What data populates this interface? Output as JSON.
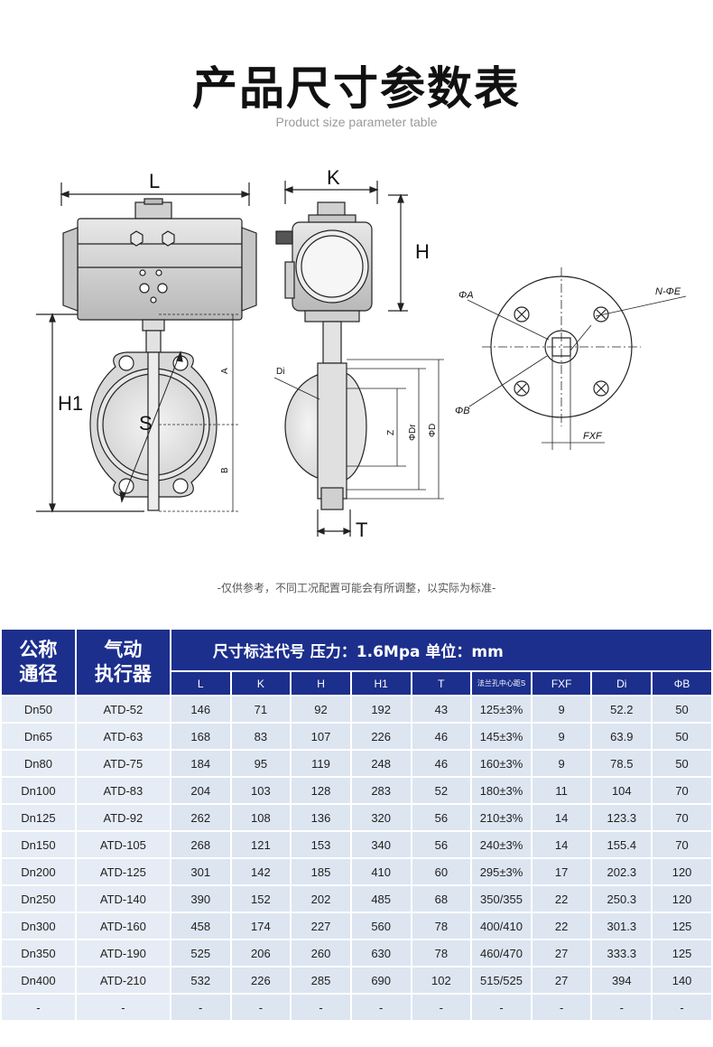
{
  "page": {
    "title": "产品尺寸参数表",
    "subtitle": "Product size parameter table",
    "note": "-仅供参考，不同工况配置可能会有所调整，以实际为标准-"
  },
  "drawing_labels": {
    "L": "L",
    "K": "K",
    "H": "H",
    "H1": "H1",
    "S": "S",
    "A": "A",
    "B": "B",
    "Di": "Di",
    "Z": "Z",
    "Dr": "ΦDr",
    "D": "ΦD",
    "T": "T",
    "phiA": "ΦA",
    "phiB": "ΦB",
    "NphiE": "N-ΦE",
    "FXF": "FXF"
  },
  "table": {
    "col1_header": [
      "公称",
      "通径"
    ],
    "col2_header": [
      "气动",
      "执行器"
    ],
    "span_header": "尺寸标注代号 压力：1.6Mpa 单位：mm",
    "sub_headers": [
      "L",
      "K",
      "H",
      "H1",
      "T",
      "法兰孔中心距S",
      "FXF",
      "Di",
      "ΦB"
    ],
    "rows": [
      [
        "Dn50",
        "ATD-52",
        "146",
        "71",
        "92",
        "192",
        "43",
        "125±3%",
        "9",
        "52.2",
        "50"
      ],
      [
        "Dn65",
        "ATD-63",
        "168",
        "83",
        "107",
        "226",
        "46",
        "145±3%",
        "9",
        "63.9",
        "50"
      ],
      [
        "Dn80",
        "ATD-75",
        "184",
        "95",
        "119",
        "248",
        "46",
        "160±3%",
        "9",
        "78.5",
        "50"
      ],
      [
        "Dn100",
        "ATD-83",
        "204",
        "103",
        "128",
        "283",
        "52",
        "180±3%",
        "11",
        "104",
        "70"
      ],
      [
        "Dn125",
        "ATD-92",
        "262",
        "108",
        "136",
        "320",
        "56",
        "210±3%",
        "14",
        "123.3",
        "70"
      ],
      [
        "Dn150",
        "ATD-105",
        "268",
        "121",
        "153",
        "340",
        "56",
        "240±3%",
        "14",
        "155.4",
        "70"
      ],
      [
        "Dn200",
        "ATD-125",
        "301",
        "142",
        "185",
        "410",
        "60",
        "295±3%",
        "17",
        "202.3",
        "120"
      ],
      [
        "Dn250",
        "ATD-140",
        "390",
        "152",
        "202",
        "485",
        "68",
        "350/355",
        "22",
        "250.3",
        "120"
      ],
      [
        "Dn300",
        "ATD-160",
        "458",
        "174",
        "227",
        "560",
        "78",
        "400/410",
        "22",
        "301.3",
        "125"
      ],
      [
        "Dn350",
        "ATD-190",
        "525",
        "206",
        "260",
        "630",
        "78",
        "460/470",
        "27",
        "333.3",
        "125"
      ],
      [
        "Dn400",
        "ATD-210",
        "532",
        "226",
        "285",
        "690",
        "102",
        "515/525",
        "27",
        "394",
        "140"
      ],
      [
        "-",
        "-",
        "-",
        "-",
        "-",
        "-",
        "-",
        "-",
        "-",
        "-",
        "-"
      ]
    ]
  }
}
